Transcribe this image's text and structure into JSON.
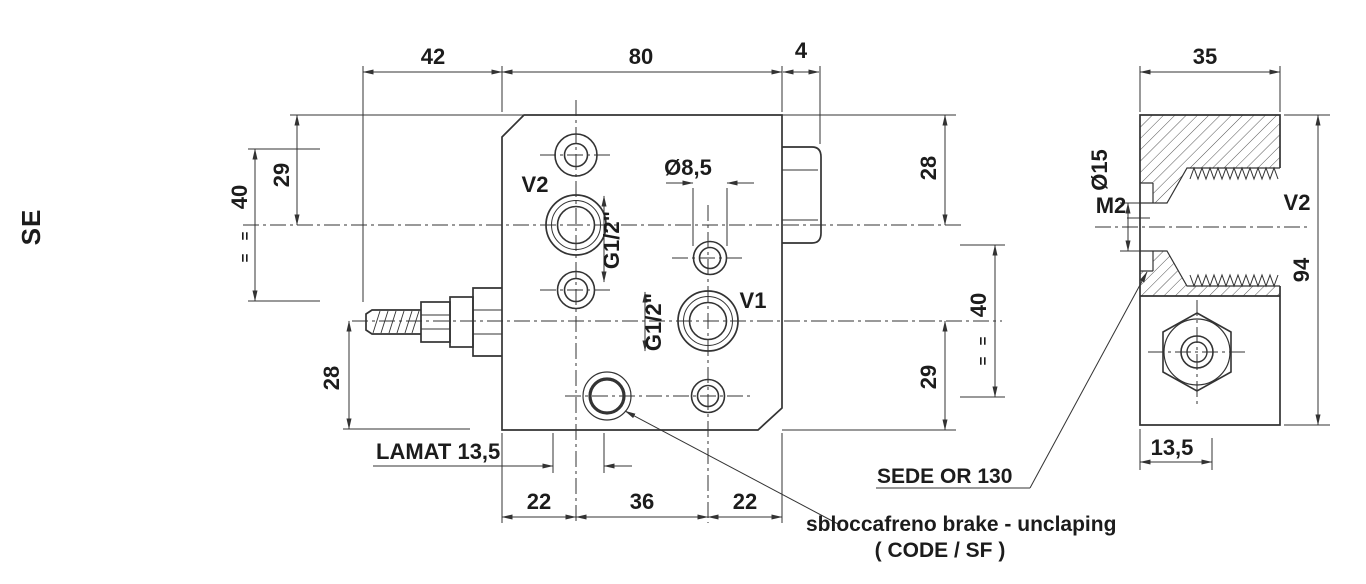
{
  "drawing_code": "SE",
  "colors": {
    "line": "#333333",
    "text": "#1c1c1c",
    "background": "#ffffff"
  },
  "front_view": {
    "dim_top_left": "42",
    "dim_top_mid": "80",
    "dim_top_right": "4",
    "dim_left_outer": "40",
    "dim_left_inner": "29",
    "equals_mark": "=",
    "dim_hole": "Ø8,5",
    "port_v2": "V2",
    "thread_v2": "G1/2\"",
    "port_v1": "V1",
    "thread_v1": "G1/2\"",
    "dim_right_top": "28",
    "dim_right_outer": "40",
    "dim_right_inner": "29",
    "dim_stem": "28",
    "spotface": "LAMAT 13,5",
    "dim_bottom_left": "22",
    "dim_bottom_mid": "36",
    "dim_bottom_right": "22"
  },
  "side_view": {
    "dim_width": "35",
    "dim_height": "94",
    "dim_bottom": "13,5",
    "dim_bore": "Ø15",
    "thread": "M2",
    "port": "V2"
  },
  "annotations": {
    "or_seat": "SEDE OR 130",
    "brake_line1": "sbloccafreno brake - unclaping",
    "brake_line2": "( CODE / SF )"
  }
}
